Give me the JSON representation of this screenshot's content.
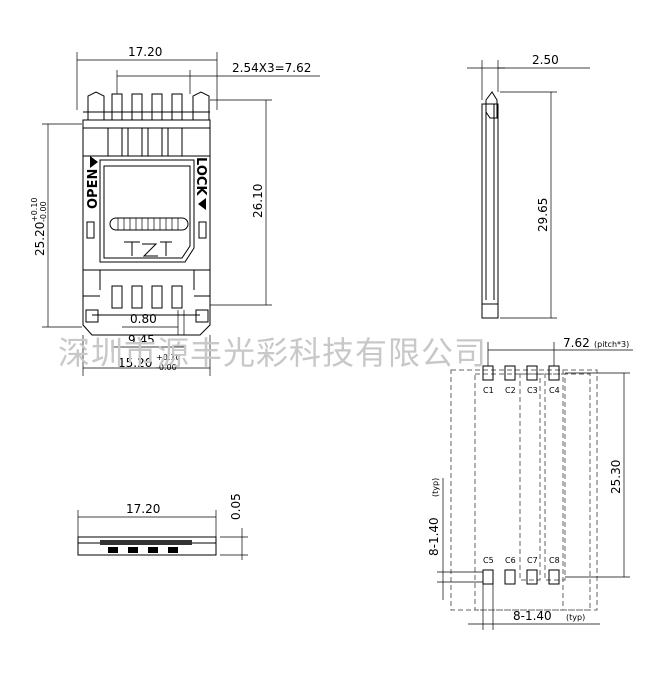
{
  "watermark": "深圳市源丰光彩科技有限公司",
  "top_view": {
    "width_dim": "17.20",
    "pitch_dim": "2.54X3=7.62",
    "height_dim_left": "25.20",
    "height_tol_plus": "+0.10",
    "height_tol_minus": "-0.00",
    "height_dim_right": "26.10",
    "open_label": "OPEN",
    "lock_label": "LOCK",
    "pad_dim": "0.80",
    "span_dim": "9.45",
    "base_dim": "15.20",
    "base_tol_plus": "+0.10",
    "base_tol_minus": "-0.00"
  },
  "side_view": {
    "thickness_dim": "2.50",
    "length_dim": "29.65"
  },
  "front_view": {
    "width_dim": "17.20",
    "height_dim": "0.05"
  },
  "footprint": {
    "pitch_label": "7.62",
    "pitch_note": "(pitch*3)",
    "top_pads": [
      "C1",
      "C2",
      "C3",
      "C4"
    ],
    "bottom_pads": [
      "C5",
      "C6",
      "C7",
      "C8"
    ],
    "row_span": "25.30",
    "vertical_pitch": "8-1.40",
    "vertical_pitch_note": "(typ)",
    "horizontal_pitch": "8-1.40",
    "horizontal_pitch_note": "(typ)"
  }
}
